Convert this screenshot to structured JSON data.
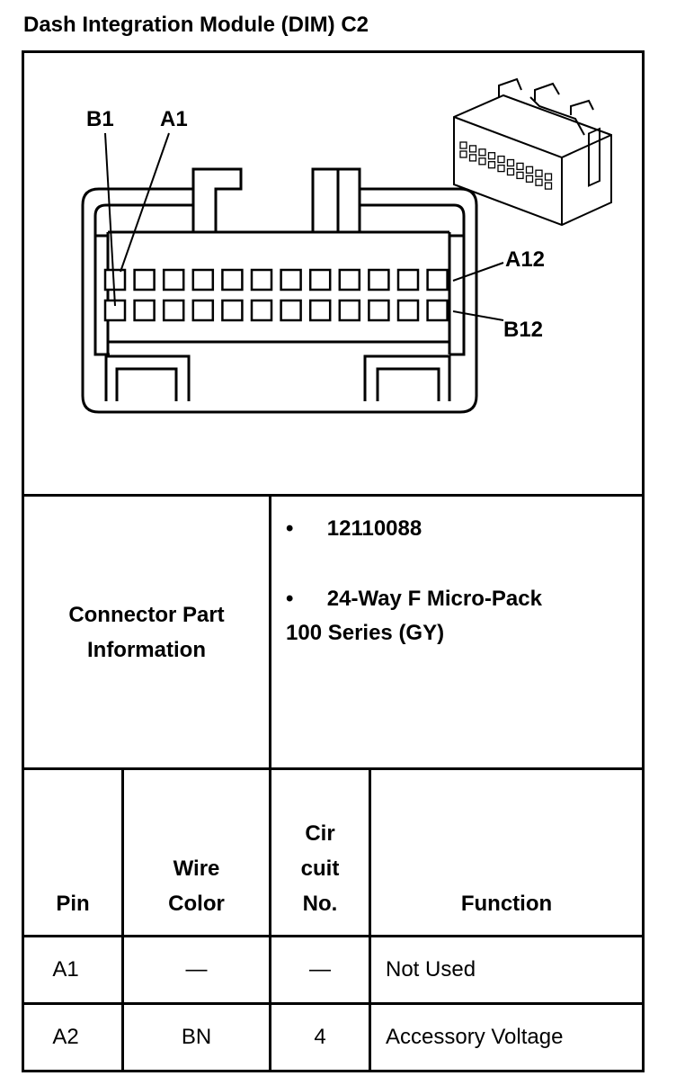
{
  "title": "Dash Integration Module (DIM) C2",
  "diagram": {
    "labels": {
      "b1": "B1",
      "a1": "A1",
      "a12": "A12",
      "b12": "B12"
    }
  },
  "connector_info": {
    "label_line1": "Connector Part",
    "label_line2": "Information",
    "bullet": "•",
    "part_number": "12110088",
    "description_line1": "24-Way F Micro-Pack",
    "description_line2": "100 Series (GY)"
  },
  "table": {
    "headers": {
      "pin": "Pin",
      "wire_line1": "Wire",
      "wire_line2": "Color",
      "circuit_line1": "Cir",
      "circuit_line2": "cuit",
      "circuit_line3": "No.",
      "function": "Function"
    },
    "rows": [
      {
        "pin": "A1",
        "wire_color": "—",
        "circuit": "—",
        "function": "Not Used"
      },
      {
        "pin": "A2",
        "wire_color": "BN",
        "circuit": "4",
        "function": "Accessory Voltage"
      }
    ]
  }
}
